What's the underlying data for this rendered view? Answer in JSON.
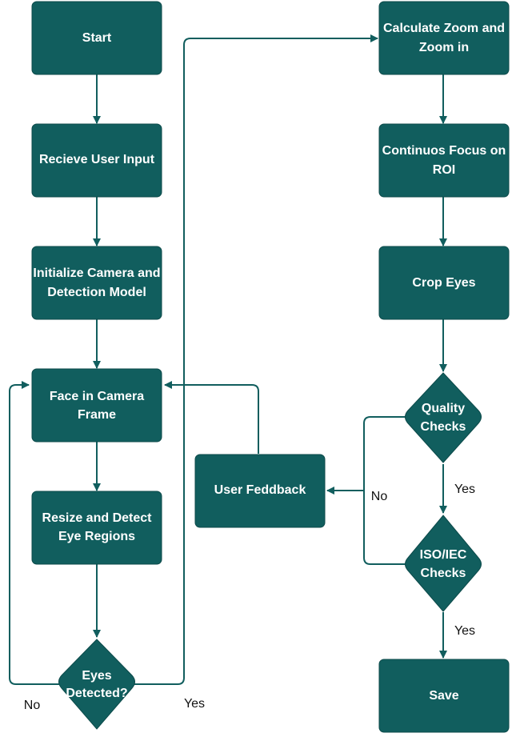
{
  "colors": {
    "node_fill": "#115e5e",
    "edge": "#115e5e",
    "node_text": "#ffffff",
    "label_text": "#111111"
  },
  "nodes": {
    "start": "Start",
    "receive_input": "Recieve User Input",
    "init_camera_1": "Initialize Camera and",
    "init_camera_2": "Detection Model",
    "face_frame_1": "Face in Camera",
    "face_frame_2": "Frame",
    "resize_detect_1": "Resize and Detect",
    "resize_detect_2": "Eye Regions",
    "eyes_detected_1": "Eyes",
    "eyes_detected_2": "Detected?",
    "calc_zoom_1": "Calculate Zoom and",
    "calc_zoom_2": "Zoom in",
    "focus_roi_1": "Continuos Focus on",
    "focus_roi_2": "ROI",
    "crop_eyes": "Crop Eyes",
    "quality_1": "Quality",
    "quality_2": "Checks",
    "iso_1": "ISO/IEC",
    "iso_2": "Checks",
    "save": "Save",
    "user_feedback": "User Feddback"
  },
  "edge_labels": {
    "eyes_no": "No",
    "eyes_yes": "Yes",
    "feedback_no": "No",
    "quality_yes": "Yes",
    "iso_yes": "Yes"
  }
}
